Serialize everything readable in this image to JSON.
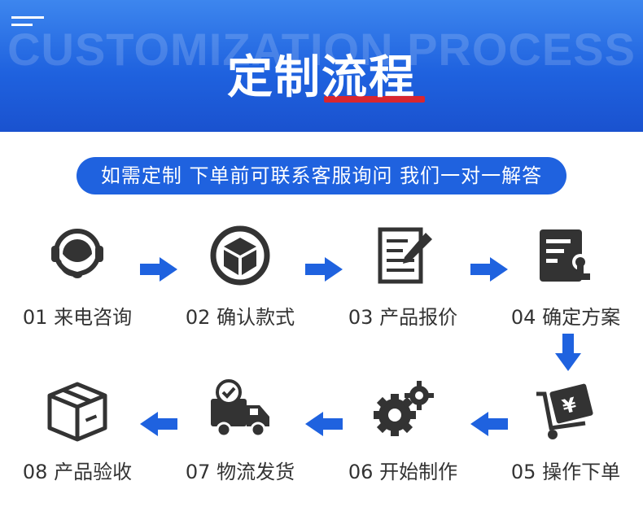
{
  "header": {
    "background_text": "CUSTOMIZATION PROCESS",
    "title": "定制流程"
  },
  "banner": "如需定制 下单前可联系客服询问 我们一对一解答",
  "steps": [
    {
      "label": "01 来电咨询",
      "icon": "headset-icon"
    },
    {
      "label": "02 确认款式",
      "icon": "cube-icon"
    },
    {
      "label": "03 产品报价",
      "icon": "document-pen-icon"
    },
    {
      "label": "04 确定方案",
      "icon": "document-stamp-icon"
    },
    {
      "label": "05 操作下单",
      "icon": "cart-yen-icon"
    },
    {
      "label": "06 开始制作",
      "icon": "gears-icon"
    },
    {
      "label": "07 物流发货",
      "icon": "truck-icon"
    },
    {
      "label": "08 产品验收",
      "icon": "box-icon"
    }
  ],
  "colors": {
    "primary_blue": "#1f62df",
    "accent_red": "#d8262f",
    "icon_dark": "#333333",
    "arrow_blue": "#1f62df"
  }
}
